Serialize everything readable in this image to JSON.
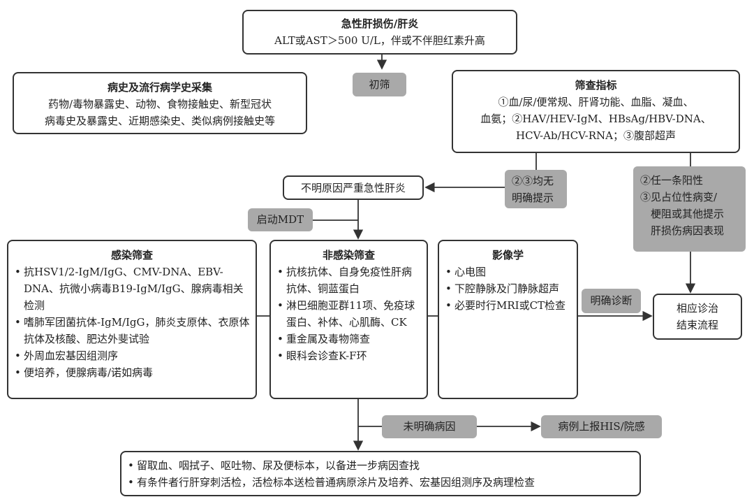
{
  "top": {
    "title": "急性肝损伤/肝炎",
    "text": "ALT或AST＞500 U/L，伴或不伴胆红素升高"
  },
  "initial_screen": "初筛",
  "history": {
    "title": "病史及流行病学史采集",
    "lines": [
      "药物/毒物暴露史、动物、食物接触史、新型冠状",
      "病毒史及暴露史、近期感染史、类似病例接触史等"
    ]
  },
  "screening": {
    "title": "筛查指标",
    "lines": [
      "①血/尿/便常规、肝肾功能、血脂、凝血、",
      "血氨；②HAV/HEV-IgM、HBsAg/HBV-DNA、",
      "HCV-Ab/HCV-RNA；③腹部超声"
    ]
  },
  "no_hint": [
    "②③均无",
    "明确提示"
  ],
  "positive": [
    "②任一条阳性",
    "③见占位性病变/",
    "梗阻或其他提示",
    "肝损伤病因表现"
  ],
  "unknown_severe": "不明原因严重急性肝炎",
  "mdt": "启动MDT",
  "infection": {
    "title": "感染筛查",
    "items": [
      "抗HSV1/2-IgM/IgG、CMV-DNA、EBV-DNA、抗微小病毒B19-IgM/IgG、腺病毒相关检测",
      "嗜肺军团菌抗体-IgM/IgG，肺炎支原体、衣原体抗体及核酸、肥达外斐试验",
      "外周血宏基因组测序",
      "便培养，便腺病毒/诺如病毒"
    ]
  },
  "noninfection": {
    "title": "非感染筛查",
    "items": [
      "抗核抗体、自身免疫性肝病抗体、铜蓝蛋白",
      "淋巴细胞亚群11项、免疫球蛋白、补体、心肌酶、CK",
      "重金属及毒物筛查",
      "眼科会诊查K-F环"
    ]
  },
  "imaging": {
    "title": "影像学",
    "items": [
      "心电图",
      "下腔静脉及门静脉超声",
      "必要时行MRI或CT检查"
    ]
  },
  "clear_dx": "明确诊断",
  "treatment": [
    "相应诊治",
    "结束流程"
  ],
  "unclear_cause": "未明确病因",
  "report": "病例上报HIS/院感",
  "final": {
    "items": [
      "留取血、咽拭子、呕吐物、尿及便标本，以备进一步病因查找",
      "有条件者行肝穿刺活检，活检标本送检普通病原涂片及培养、宏基因组测序及病理检查"
    ]
  }
}
